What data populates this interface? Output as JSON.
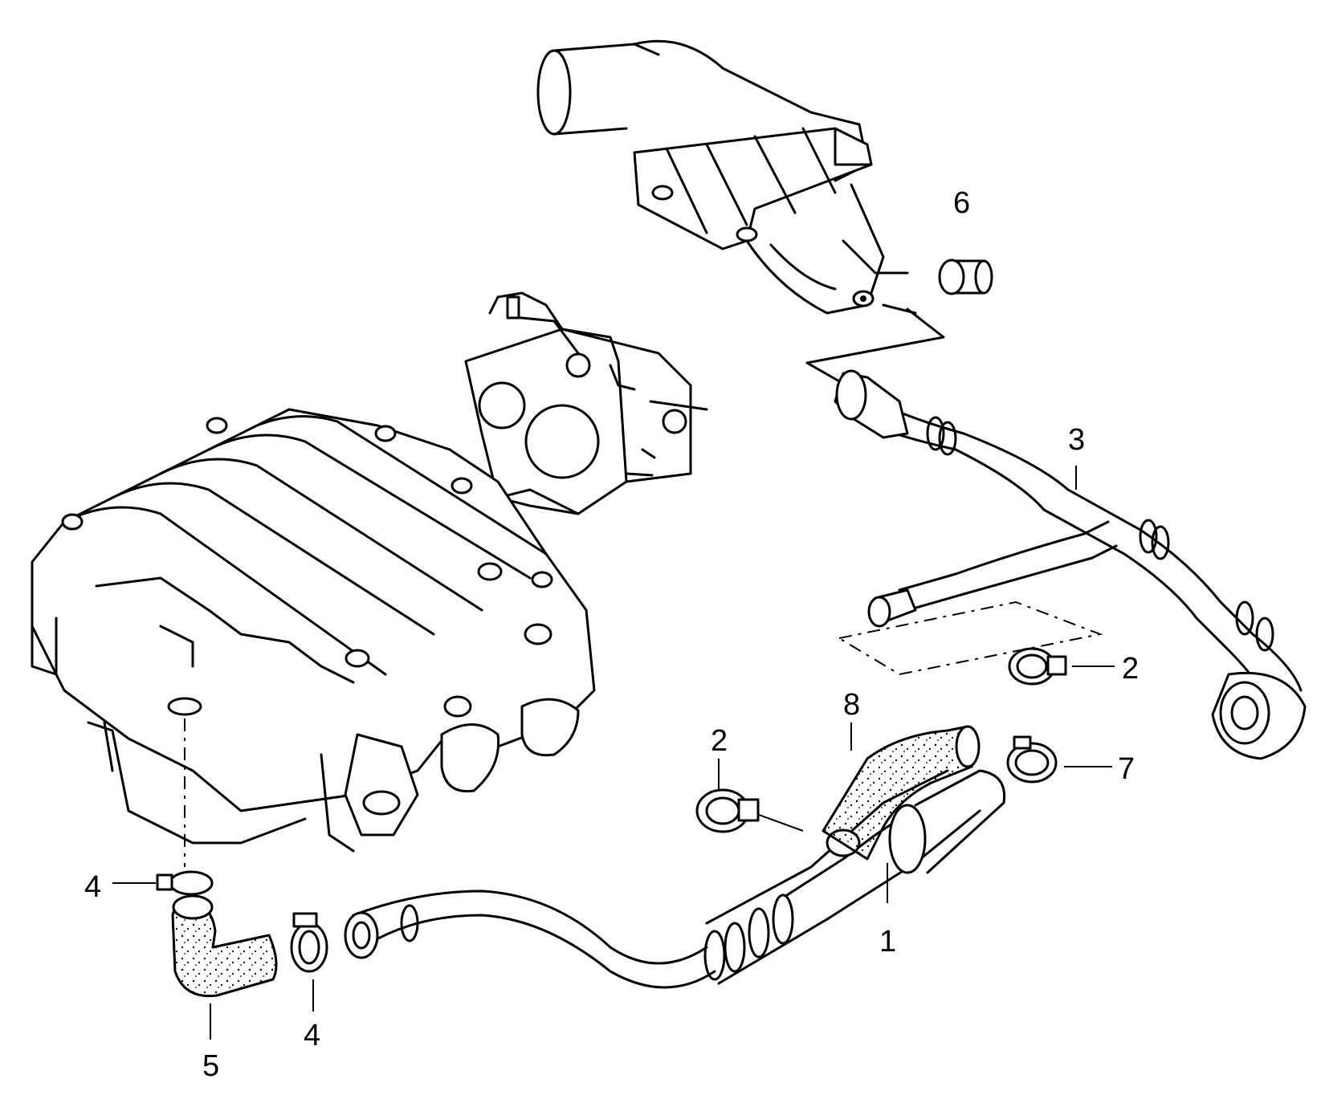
{
  "callouts": [
    {
      "id": "c1",
      "label": "1"
    },
    {
      "id": "c2a",
      "label": "2"
    },
    {
      "id": "c2b",
      "label": "2"
    },
    {
      "id": "c3",
      "label": "3"
    },
    {
      "id": "c4a",
      "label": "4"
    },
    {
      "id": "c4b",
      "label": "4"
    },
    {
      "id": "c5",
      "label": "5"
    },
    {
      "id": "c6",
      "label": "6"
    },
    {
      "id": "c7",
      "label": "7"
    },
    {
      "id": "c8",
      "label": "8"
    }
  ],
  "colors": {
    "ink": "#000000",
    "paper": "#ffffff"
  }
}
